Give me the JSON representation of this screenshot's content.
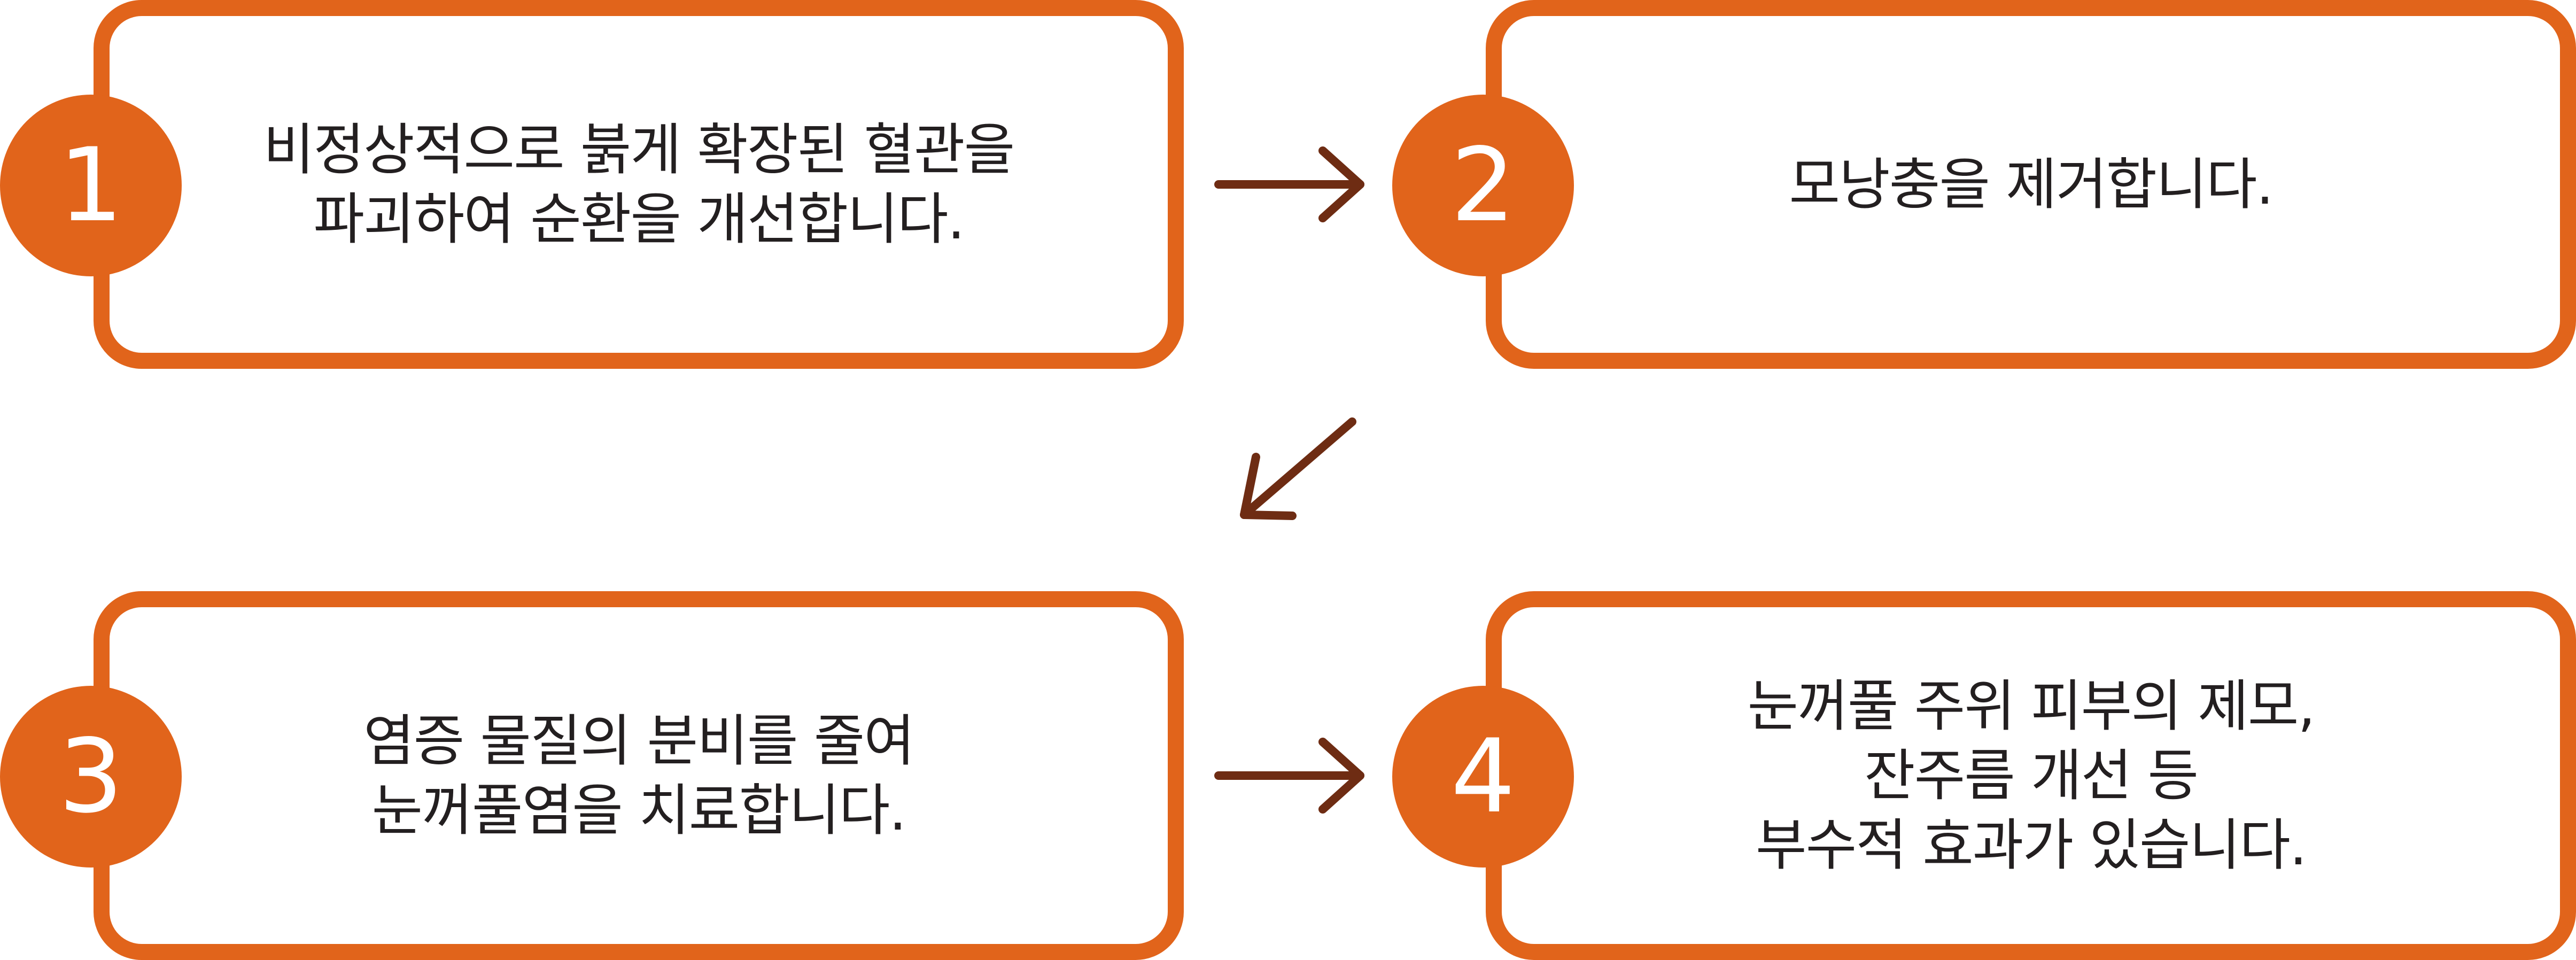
{
  "colors": {
    "accent": "#e1641b",
    "arrow": "#6e2c13",
    "text": "#231f20"
  },
  "steps": [
    {
      "number": "1",
      "lines": [
        "비정상적으로 붉게 확장된 혈관을",
        "파괴하여 순환을 개선합니다."
      ]
    },
    {
      "number": "2",
      "lines": [
        "모낭충을 제거합니다."
      ]
    },
    {
      "number": "3",
      "lines": [
        "염증 물질의 분비를 줄여",
        "눈꺼풀염을 치료합니다."
      ]
    },
    {
      "number": "4",
      "lines": [
        "눈꺼풀 주위 피부의 제모,",
        "잔주름 개선 등",
        "부수적 효과가 있습니다."
      ]
    }
  ]
}
